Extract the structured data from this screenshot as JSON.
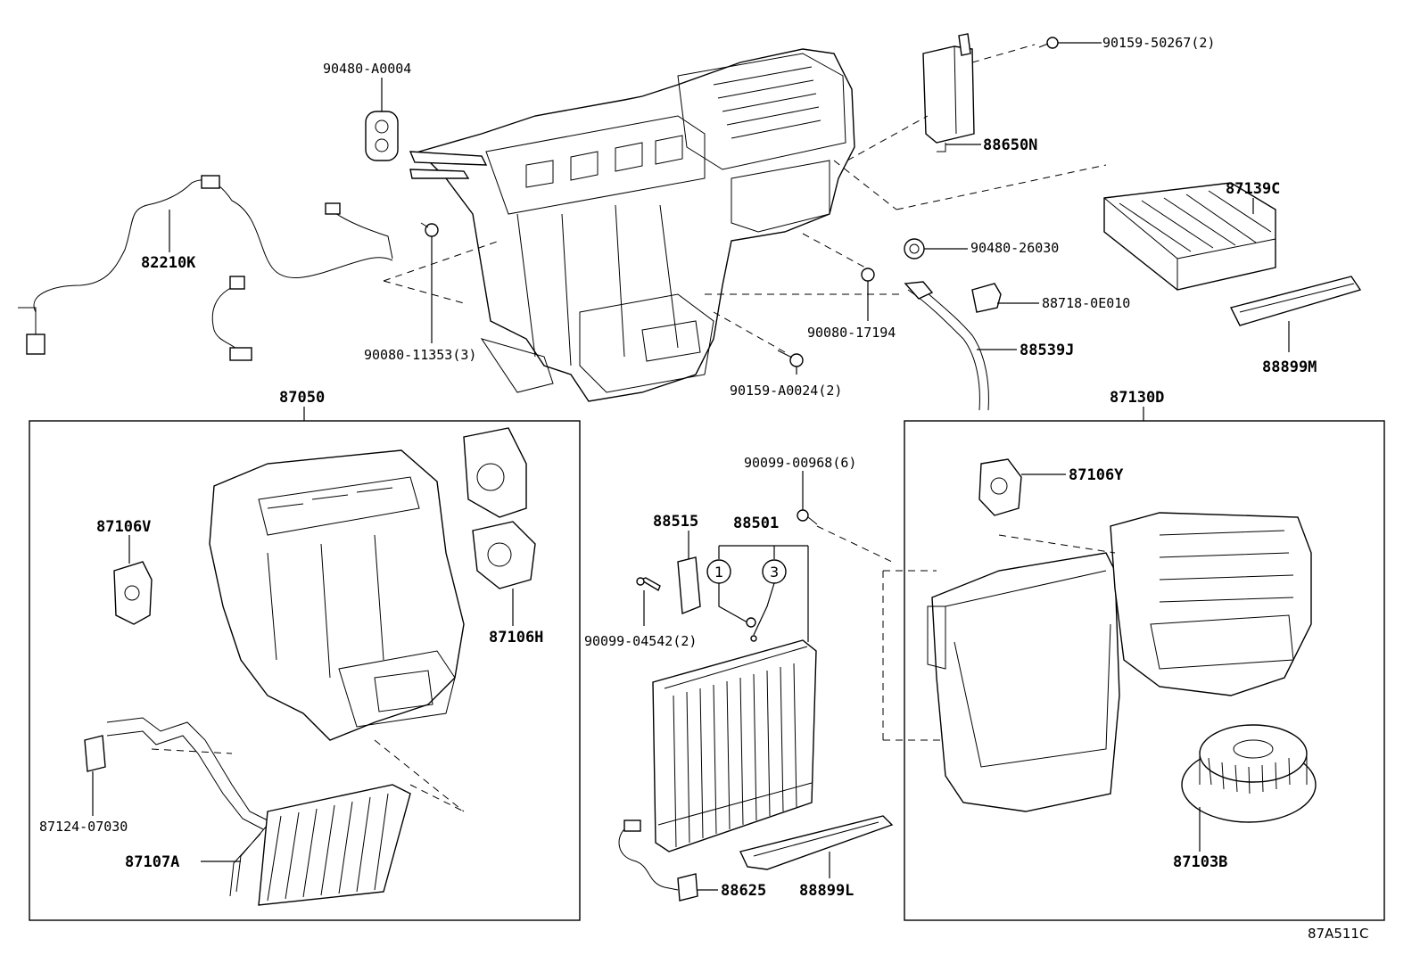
{
  "diagram_ref": "87A511C",
  "group_labels": {
    "left_assembly": "87050",
    "right_assembly": "87130D",
    "evaporator_sub": "88501"
  },
  "callouts": {
    "p90480_A0004": "90480-A0004",
    "p82210K": "82210K",
    "p90080_11353": "90080-11353(3)",
    "p90159_A0024": "90159-A0024(2)",
    "p90080_17194": "90080-17194",
    "p90159_50267": "90159-50267(2)",
    "p88650N": "88650N",
    "p87139C": "87139C",
    "p90480_26030": "90480-26030",
    "p88718_0E010": "88718-0E010",
    "p88539J": "88539J",
    "p88899M": "88899M",
    "p87106V": "87106V",
    "p87106H": "87106H",
    "p87124_07030": "87124-07030",
    "p87107A": "87107A",
    "p88515": "88515",
    "p90099_04542": "90099-04542(2)",
    "p90099_00968": "90099-00968(6)",
    "p88625": "88625",
    "p88899L": "88899L",
    "p87106Y": "87106Y",
    "p87103B": "87103B",
    "circle_1": "1",
    "circle_3": "3"
  }
}
